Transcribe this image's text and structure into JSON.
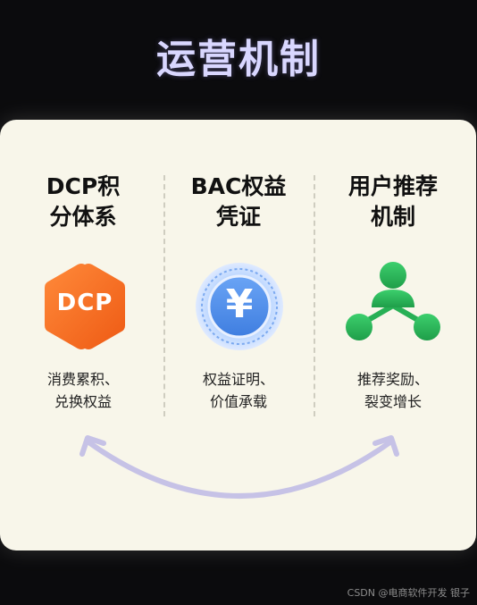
{
  "title": "运营机制",
  "columns": [
    {
      "heading_line1": "DCP积",
      "heading_line2": "分体系",
      "icon": "hexagon-icon",
      "icon_text": "DCP",
      "desc_line1": "消费累积、",
      "desc_line2": "兑换权益"
    },
    {
      "heading_line1": "BAC权益",
      "heading_line2": "凭证",
      "icon": "yuan-coin-icon",
      "icon_text": "¥",
      "desc_line1": "权益证明、",
      "desc_line2": "价值承载"
    },
    {
      "heading_line1": "用户推荐",
      "heading_line2": "机制",
      "icon": "referral-network-icon",
      "desc_line1": "推荐奖励、",
      "desc_line2": "裂变增长"
    }
  ],
  "footer": "CSDN @电商软件开发 银子",
  "colors": {
    "background": "#0b0b0d",
    "card": "#f8f6ea",
    "title": "#d9d7ff",
    "orange": "#f26a22",
    "blue": "#4f8de9",
    "green": "#27b055",
    "arrow": "#c6c2e6"
  }
}
